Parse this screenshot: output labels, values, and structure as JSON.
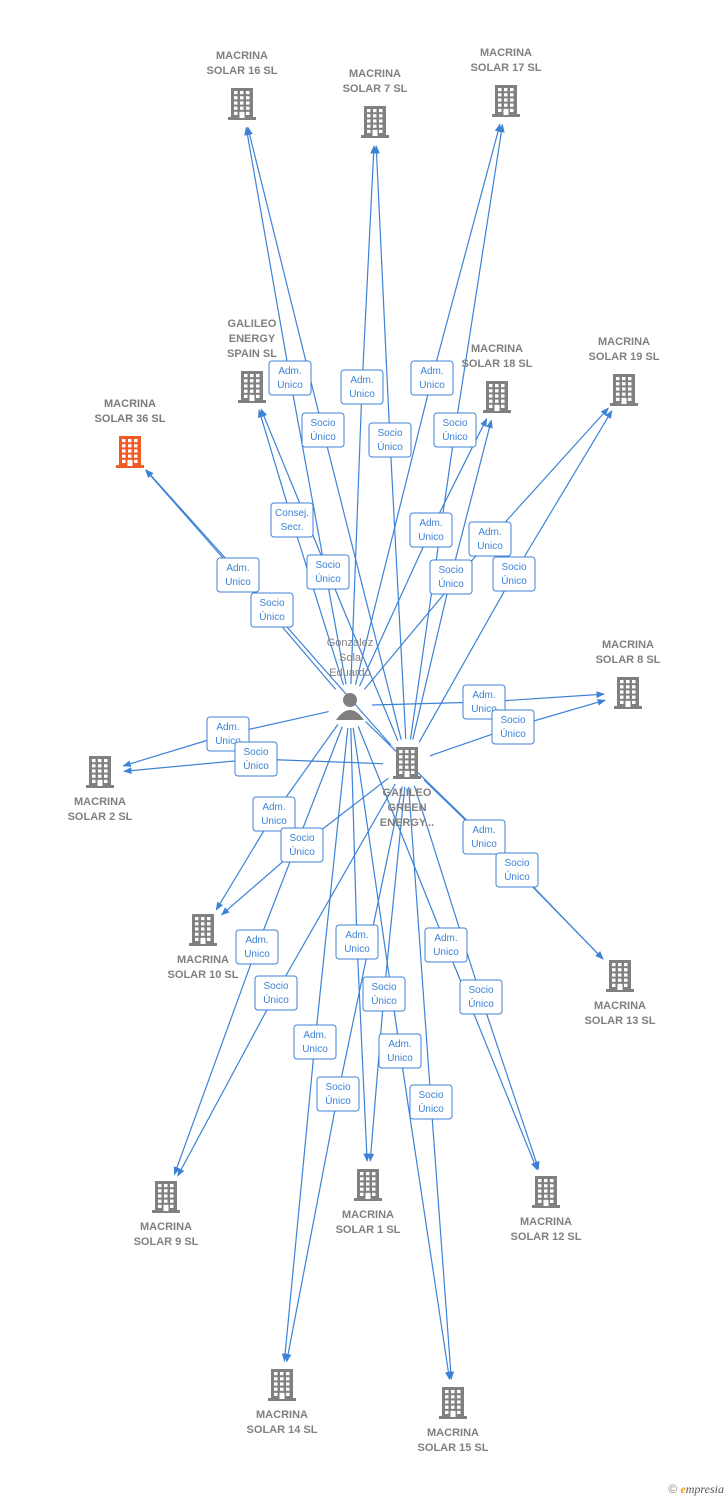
{
  "colors": {
    "edge": "#3d82d6",
    "building": "#808080",
    "highlight": "#f15a24",
    "label": "#808080"
  },
  "nodes": [
    {
      "id": "person",
      "type": "person",
      "lines": [
        "Gonzalez",
        "Sola",
        "Eduardo"
      ],
      "icon": "person-icon"
    },
    {
      "id": "galileo_green",
      "type": "company",
      "lines": [
        "GALILEO",
        "GREEN",
        "ENERGY..."
      ],
      "icon": "building-icon"
    },
    {
      "id": "s36",
      "type": "company",
      "highlight": true,
      "lines": [
        "MACRINA",
        "SOLAR 36  SL"
      ],
      "icon": "building-icon"
    },
    {
      "id": "s16",
      "type": "company",
      "lines": [
        "MACRINA",
        "SOLAR 16  SL"
      ],
      "icon": "building-icon"
    },
    {
      "id": "s7",
      "type": "company",
      "lines": [
        "MACRINA",
        "SOLAR 7  SL"
      ],
      "icon": "building-icon"
    },
    {
      "id": "s17",
      "type": "company",
      "lines": [
        "MACRINA",
        "SOLAR 17  SL"
      ],
      "icon": "building-icon"
    },
    {
      "id": "gspain",
      "type": "company",
      "lines": [
        "GALILEO",
        "ENERGY",
        "SPAIN  SL"
      ],
      "icon": "building-icon"
    },
    {
      "id": "s18",
      "type": "company",
      "lines": [
        "MACRINA",
        "SOLAR 18  SL"
      ],
      "icon": "building-icon"
    },
    {
      "id": "s19",
      "type": "company",
      "lines": [
        "MACRINA",
        "SOLAR 19  SL"
      ],
      "icon": "building-icon"
    },
    {
      "id": "s8",
      "type": "company",
      "lines": [
        "MACRINA",
        "SOLAR 8  SL"
      ],
      "icon": "building-icon"
    },
    {
      "id": "s2",
      "type": "company",
      "lines": [
        "MACRINA",
        "SOLAR 2  SL"
      ],
      "icon": "building-icon"
    },
    {
      "id": "s10",
      "type": "company",
      "lines": [
        "MACRINA",
        "SOLAR 10  SL"
      ],
      "icon": "building-icon"
    },
    {
      "id": "s13",
      "type": "company",
      "lines": [
        "MACRINA",
        "SOLAR 13  SL"
      ],
      "icon": "building-icon"
    },
    {
      "id": "s9",
      "type": "company",
      "lines": [
        "MACRINA",
        "SOLAR 9  SL"
      ],
      "icon": "building-icon"
    },
    {
      "id": "s1",
      "type": "company",
      "lines": [
        "MACRINA",
        "SOLAR 1  SL"
      ],
      "icon": "building-icon"
    },
    {
      "id": "s12",
      "type": "company",
      "lines": [
        "MACRINA",
        "SOLAR 12  SL"
      ],
      "icon": "building-icon"
    },
    {
      "id": "s14",
      "type": "company",
      "lines": [
        "MACRINA",
        "SOLAR 14  SL"
      ],
      "icon": "building-icon"
    },
    {
      "id": "s15",
      "type": "company",
      "lines": [
        "MACRINA",
        "SOLAR 15  SL"
      ],
      "icon": "building-icon"
    }
  ],
  "edges": [
    {
      "from": "person",
      "to": "s36",
      "label": [
        "Adm.",
        "Unico"
      ]
    },
    {
      "from": "galileo_green",
      "to": "s36",
      "label": [
        "Socio",
        "Único"
      ]
    },
    {
      "from": "person",
      "to": "s16",
      "label": [
        "Adm.",
        "Unico"
      ]
    },
    {
      "from": "galileo_green",
      "to": "s16",
      "label": [
        "Socio",
        "Único"
      ]
    },
    {
      "from": "person",
      "to": "s7",
      "label": [
        "Adm.",
        "Unico"
      ]
    },
    {
      "from": "galileo_green",
      "to": "s7",
      "label": [
        "Socio",
        "Único"
      ]
    },
    {
      "from": "person",
      "to": "s17",
      "label": [
        "Adm.",
        "Unico"
      ]
    },
    {
      "from": "galileo_green",
      "to": "s17",
      "label": [
        "Socio",
        "Único"
      ]
    },
    {
      "from": "person",
      "to": "gspain",
      "label": [
        "Consej.",
        "Secr."
      ]
    },
    {
      "from": "galileo_green",
      "to": "gspain",
      "label": [
        "Socio",
        "Único"
      ]
    },
    {
      "from": "person",
      "to": "s18",
      "label": [
        "Adm.",
        "Unico"
      ]
    },
    {
      "from": "galileo_green",
      "to": "s18",
      "label": [
        "Socio",
        "Único"
      ]
    },
    {
      "from": "person",
      "to": "s19",
      "label": [
        "Adm.",
        "Unico"
      ]
    },
    {
      "from": "galileo_green",
      "to": "s19",
      "label": [
        "Socio",
        "Único"
      ]
    },
    {
      "from": "person",
      "to": "s8",
      "label": [
        "Adm.",
        "Unico"
      ]
    },
    {
      "from": "galileo_green",
      "to": "s8",
      "label": [
        "Socio",
        "Único"
      ]
    },
    {
      "from": "person",
      "to": "s2",
      "label": [
        "Adm.",
        "Unico"
      ]
    },
    {
      "from": "galileo_green",
      "to": "s2",
      "label": [
        "Socio",
        "Único"
      ]
    },
    {
      "from": "person",
      "to": "s10",
      "label": [
        "Adm.",
        "Unico"
      ]
    },
    {
      "from": "galileo_green",
      "to": "s10",
      "label": [
        "Socio",
        "Único"
      ]
    },
    {
      "from": "person",
      "to": "s13",
      "label": [
        "Adm.",
        "Unico"
      ]
    },
    {
      "from": "galileo_green",
      "to": "s13",
      "label": [
        "Socio",
        "Único"
      ]
    },
    {
      "from": "person",
      "to": "s9",
      "label": [
        "Adm.",
        "Unico"
      ]
    },
    {
      "from": "galileo_green",
      "to": "s9",
      "label": [
        "Socio",
        "Único"
      ]
    },
    {
      "from": "person",
      "to": "s1",
      "label": [
        "Adm.",
        "Unico"
      ]
    },
    {
      "from": "galileo_green",
      "to": "s1",
      "label": [
        "Socio",
        "Único"
      ]
    },
    {
      "from": "person",
      "to": "s12",
      "label": [
        "Adm.",
        "Unico"
      ]
    },
    {
      "from": "galileo_green",
      "to": "s12",
      "label": [
        "Socio",
        "Único"
      ]
    },
    {
      "from": "person",
      "to": "s14",
      "label": [
        "Adm.",
        "Unico"
      ]
    },
    {
      "from": "galileo_green",
      "to": "s14",
      "label": [
        "Socio",
        "Único"
      ]
    },
    {
      "from": "person",
      "to": "s15",
      "label": [
        "Adm.",
        "Unico"
      ]
    },
    {
      "from": "galileo_green",
      "to": "s15",
      "label": [
        "Socio",
        "Único"
      ]
    }
  ],
  "footer": {
    "copyright": "©",
    "brand_initial": "e",
    "brand_rest": "mpresia"
  }
}
